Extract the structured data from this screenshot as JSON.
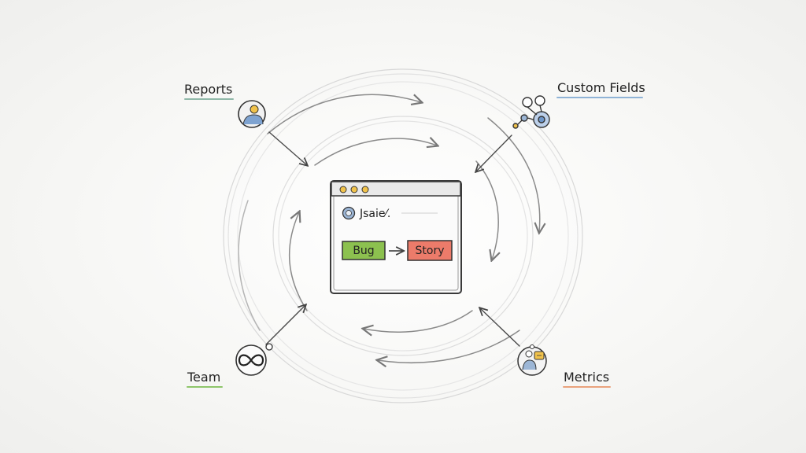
{
  "labels": {
    "reports": "Reports",
    "custom_fields": "Custom Fields",
    "team": "Team",
    "metrics": "Metrics"
  },
  "window": {
    "header_text": "Jsaie⁄.",
    "bug_label": "Bug",
    "story_label": "Story"
  },
  "colors": {
    "ink": "#2b2b2b",
    "rings": "#c9c9c9",
    "reports_underline": "#8fb8a8",
    "custom_fields_underline": "#8fb3d6",
    "team_underline": "#8ec56a",
    "metrics_underline": "#e9a27c",
    "bug_fill": "#8cc14f",
    "story_fill": "#ec7b6a",
    "accent_yellow": "#f0c24b",
    "accent_blue": "#6e96c9"
  },
  "icons": [
    "reports-person-icon",
    "custom-fields-nodes-icon",
    "team-infinity-icon",
    "metrics-person-icon"
  ]
}
